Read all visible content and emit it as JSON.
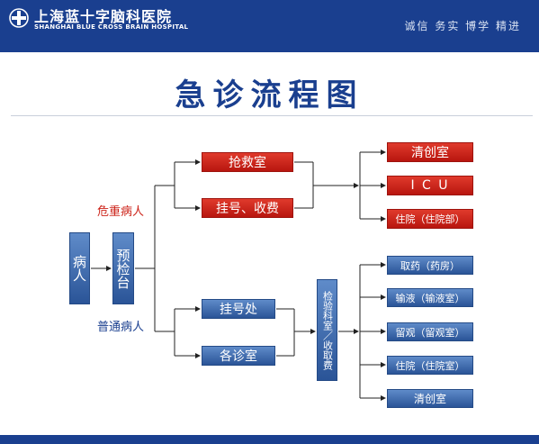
{
  "header": {
    "hospital_name_cn": "上海蓝十字脑科医院",
    "hospital_name_en": "SHANGHAI BLUE CROSS BRAIN HOSPITAL",
    "motto": "诚信 务实 博学 精进"
  },
  "title": "急诊流程图",
  "nodes": {
    "patient": "病人",
    "triage": "预检台",
    "rescue_room": "抢救室",
    "register_pay": "挂号、收费",
    "debridement_1": "清创室",
    "icu": "I C U",
    "hospitalize_1": "住院（住院部）",
    "registration": "挂号处",
    "clinics": "各诊室",
    "lab_fee": "检验科室／收取费",
    "pharmacy": "取药（药房）",
    "infusion": "输液（输液室）",
    "observation": "留观（留观室）",
    "hospitalize_2": "住院（住院室）",
    "debridement_2": "清创室"
  },
  "labels": {
    "critical": "危重病人",
    "ordinary": "普通病人"
  },
  "colors": {
    "brand_blue": "#1a3f8f",
    "critical_red": "#cc2218",
    "node_blue": "#3f6cb0"
  }
}
